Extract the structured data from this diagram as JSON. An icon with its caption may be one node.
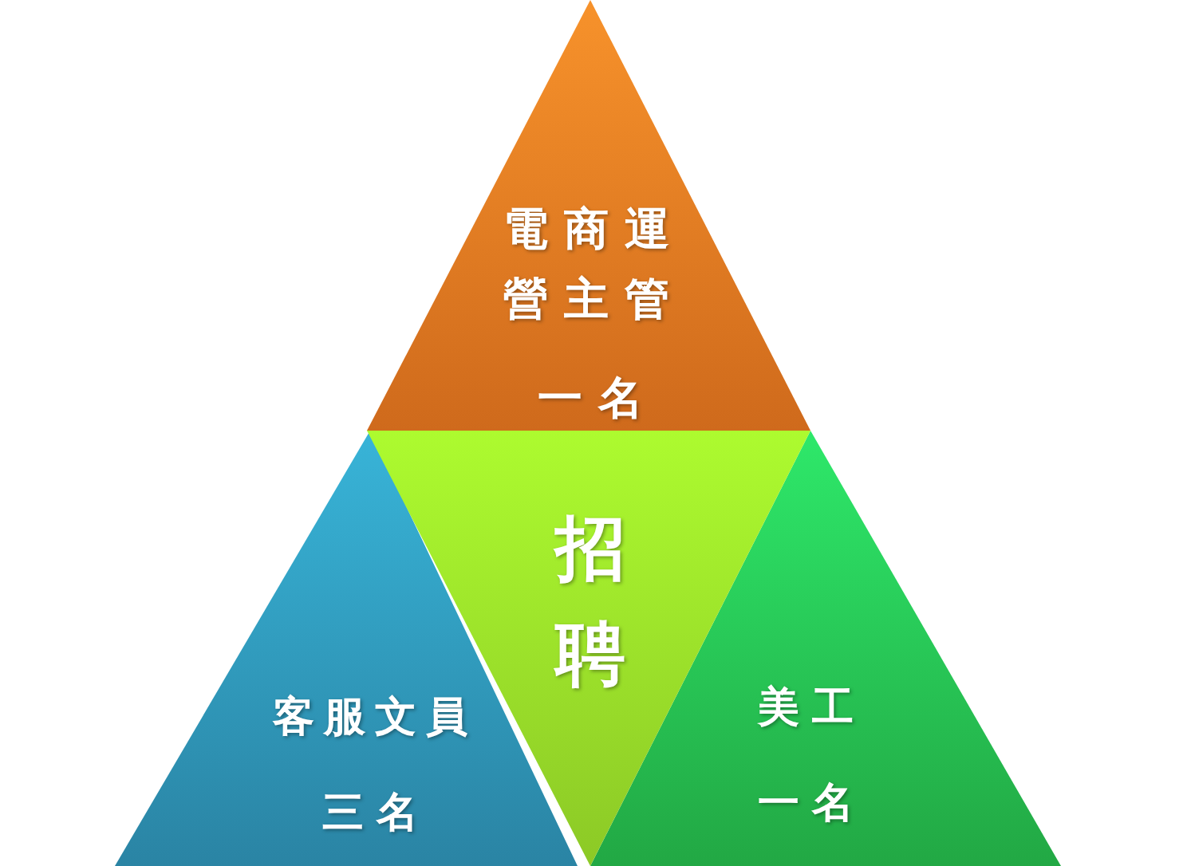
{
  "diagram": {
    "nodes": [
      {
        "text": [
          "電商運營主管",
          "一名"
        ]
      },
      {
        "text": [
          "招聘"
        ]
      },
      {
        "text": [
          "客服文員",
          "三名"
        ]
      },
      {
        "text": [
          "美工",
          "一名"
        ]
      }
    ]
  }
}
